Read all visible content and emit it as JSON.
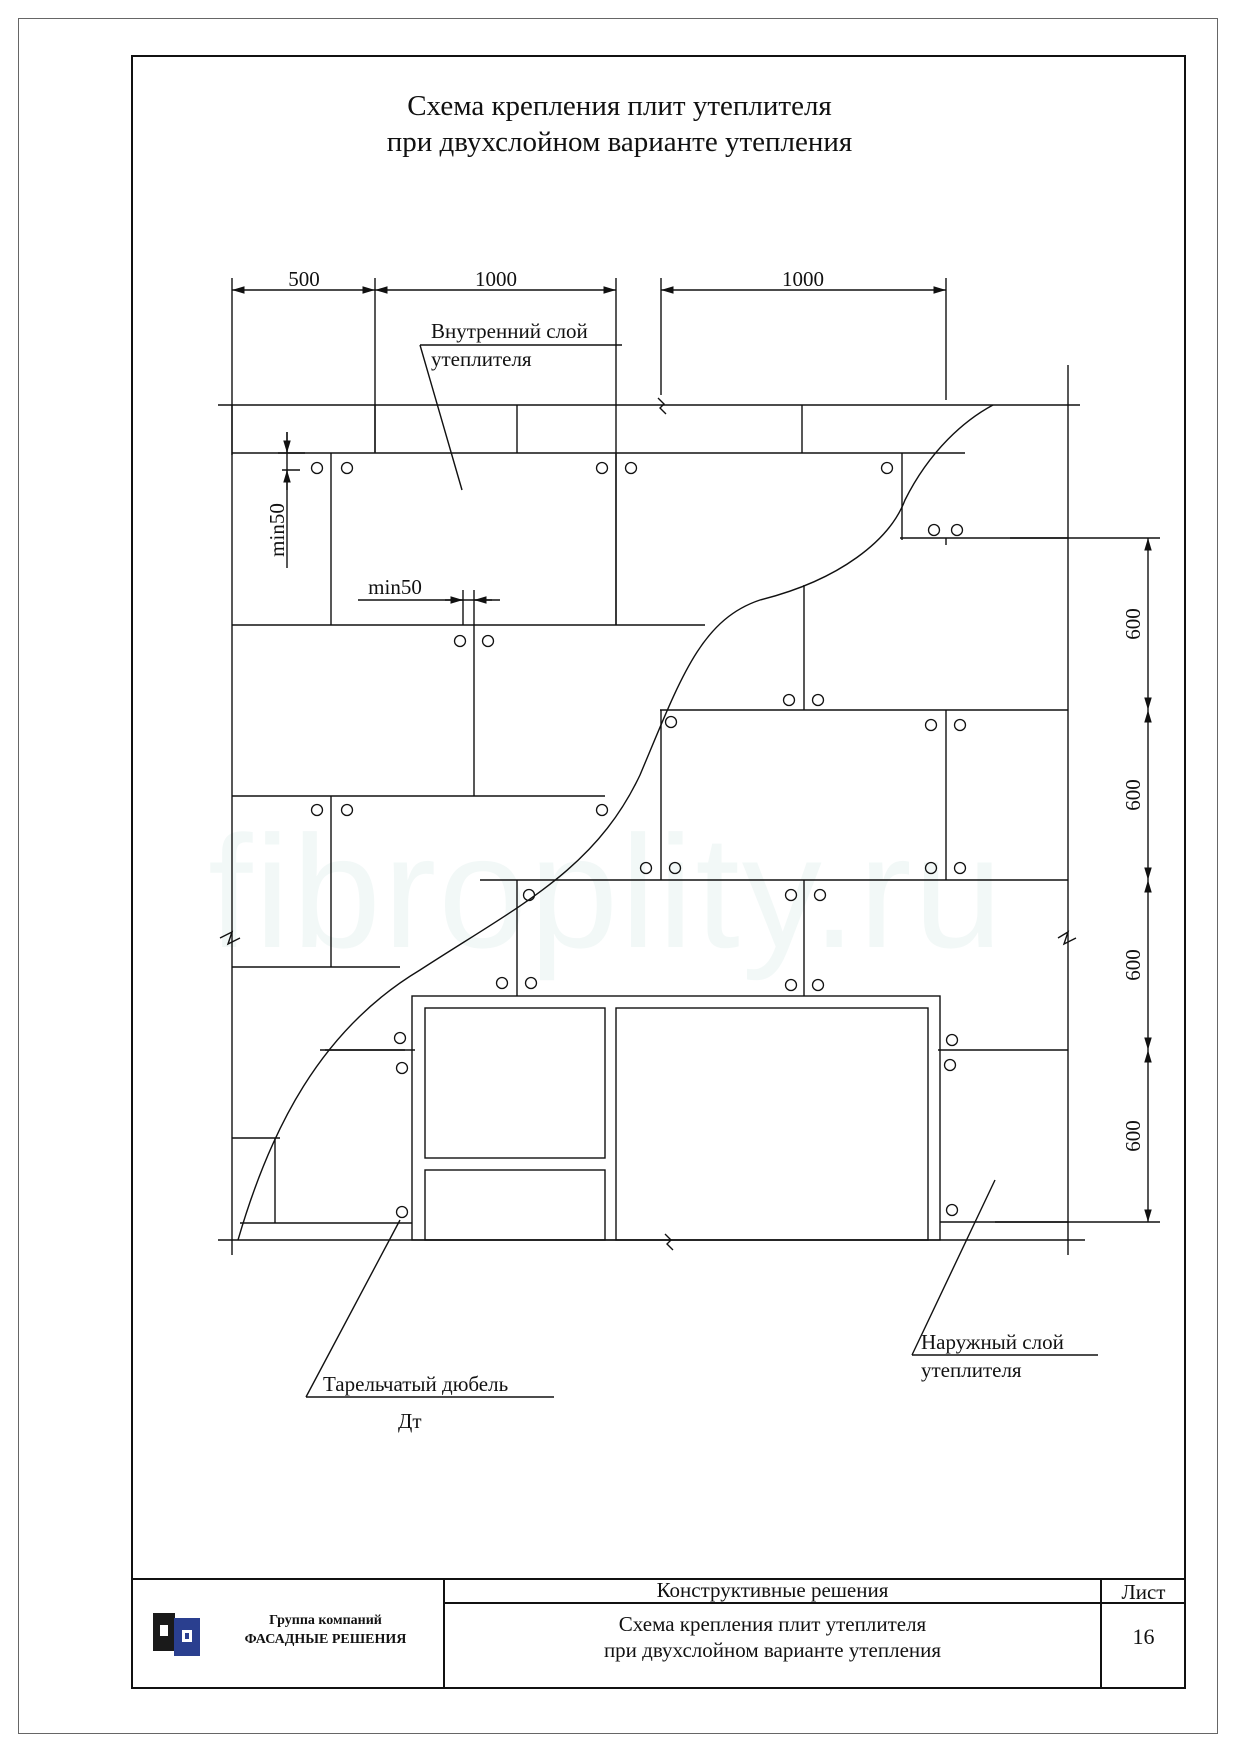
{
  "title": {
    "line1": "Схема крепления плит утеплителя",
    "line2": "при двухслойном варианте утепления"
  },
  "dimensions": {
    "top": [
      "500",
      "1000",
      "1000"
    ],
    "right": [
      "600",
      "600",
      "600",
      "600"
    ],
    "min_vertical": "min50",
    "min_horizontal": "min50"
  },
  "labels": {
    "inner_layer_1": "Внутренний слой",
    "inner_layer_2": "утеплителя",
    "outer_layer_1": "Наружный слой",
    "outer_layer_2": "утеплителя",
    "dowel_1": "Тарельчатый дюбель",
    "dowel_2": "Дт"
  },
  "watermark": "fibroplity.ru",
  "stamp": {
    "company_1": "Группа компаний",
    "company_2": "ФАСАДНЫЕ РЕШЕНИЯ",
    "section": "Конструктивные решения",
    "sheet_title_1": "Схема крепления плит утеплителя",
    "sheet_title_2": "при двухслойном варианте утепления",
    "sheet_label": "Лист",
    "sheet_number": "16"
  },
  "colors": {
    "line": "#111111",
    "logo_dark": "#1a1a1a",
    "logo_blue": "#2a3f8f"
  }
}
